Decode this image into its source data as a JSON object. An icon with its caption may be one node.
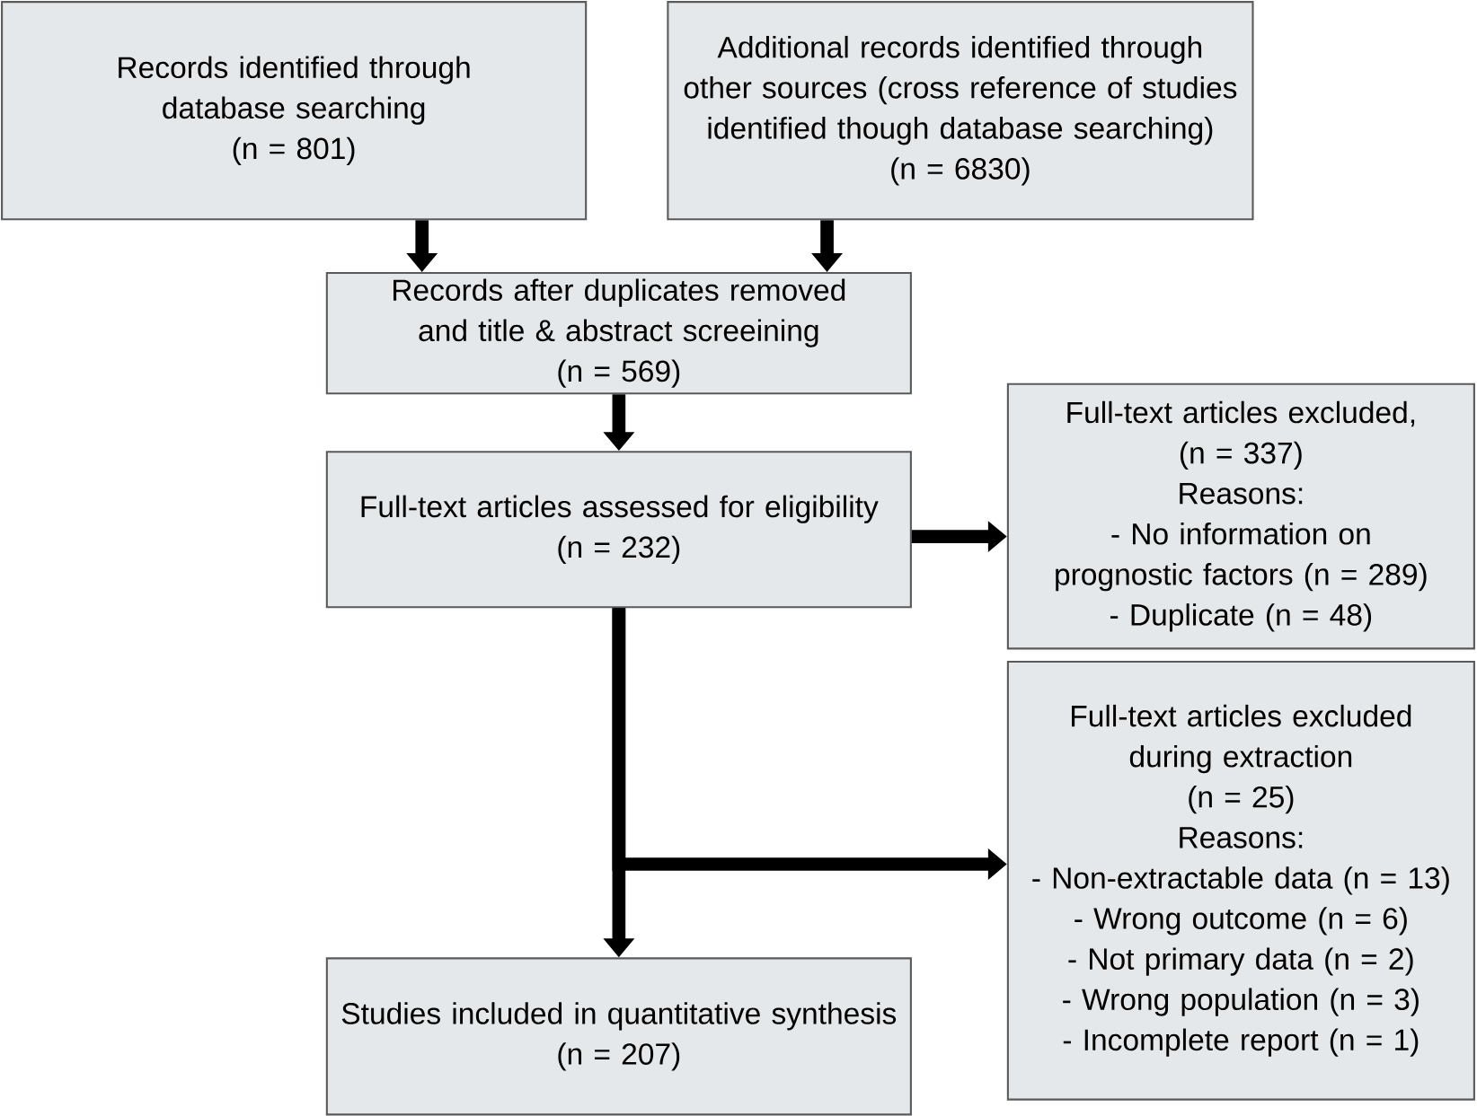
{
  "diagram": {
    "nodes": [
      {
        "text": [
          "Records identified through database searching",
          "(n = 801)"
        ]
      },
      {
        "text": [
          "Additional records identified through other sources (cross reference of studies identified though database searching)",
          "(n = 6830)"
        ]
      },
      {
        "text": [
          "Records after duplicates removed and title & abstract screeining",
          "(n = 569)"
        ]
      },
      {
        "text": [
          "Full-text articles assessed for eligibility",
          "(n = 232)"
        ]
      },
      {
        "text": [
          "Full-text articles excluded,",
          "(n = 337)",
          "Reasons:",
          "- No information on prognostic factors (n = 289)",
          "- Duplicate (n = 48)"
        ]
      },
      {
        "text": [
          "Full-text articles excluded during extraction",
          "(n = 25)",
          "Reasons:",
          "- Non-extractable data (n = 13)",
          "- Wrong outcome (n = 6)",
          "- Not primary data (n = 2)",
          "- Wrong population (n = 3)",
          "- Incomplete report (n = 1)"
        ]
      },
      {
        "text": [
          "Studies included in quantitative synthesis",
          "(n = 207)"
        ]
      }
    ],
    "edges": [
      {
        "from": 0,
        "to": 2,
        "arrow": "to"
      },
      {
        "from": 1,
        "to": 2,
        "arrow": "to"
      },
      {
        "from": 2,
        "to": 3,
        "arrow": "to"
      },
      {
        "from": 3,
        "to": 4,
        "arrow": "to"
      },
      {
        "from": 3,
        "to": 5,
        "arrow": "to"
      },
      {
        "from": 3,
        "to": 6,
        "arrow": "to"
      }
    ]
  }
}
